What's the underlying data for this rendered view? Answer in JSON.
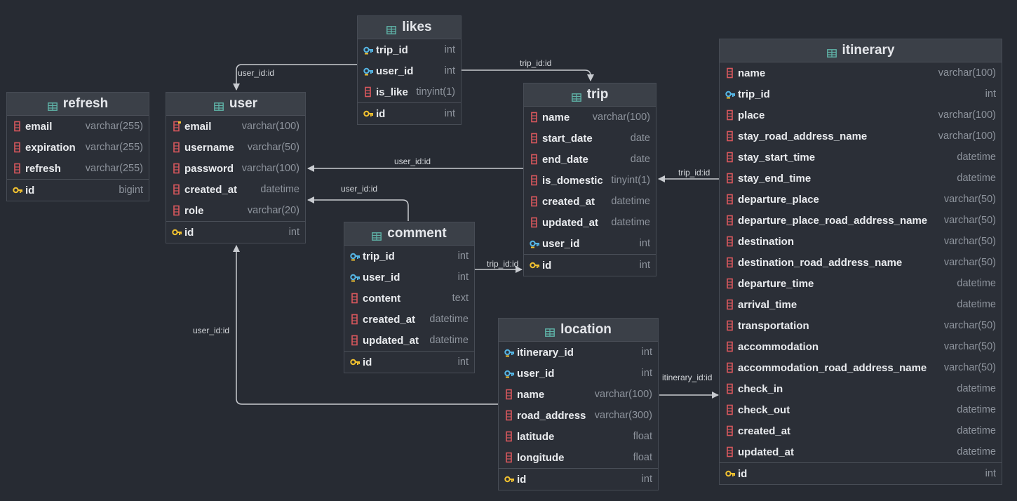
{
  "tables": {
    "likes": {
      "title": "likes",
      "columns": [
        {
          "name": "trip_id",
          "type": "int",
          "kind": "fk"
        },
        {
          "name": "user_id",
          "type": "int",
          "kind": "fk"
        },
        {
          "name": "is_like",
          "type": "tinyint(1)",
          "kind": "col"
        },
        {
          "name": "id",
          "type": "int",
          "kind": "pk"
        }
      ]
    },
    "refresh": {
      "title": "refresh",
      "columns": [
        {
          "name": "email",
          "type": "varchar(255)",
          "kind": "col"
        },
        {
          "name": "expiration",
          "type": "varchar(255)",
          "kind": "col"
        },
        {
          "name": "refresh",
          "type": "varchar(255)",
          "kind": "col"
        },
        {
          "name": "id",
          "type": "bigint",
          "kind": "pk"
        }
      ]
    },
    "user": {
      "title": "user",
      "columns": [
        {
          "name": "email",
          "type": "varchar(100)",
          "kind": "unique"
        },
        {
          "name": "username",
          "type": "varchar(50)",
          "kind": "col"
        },
        {
          "name": "password",
          "type": "varchar(100)",
          "kind": "col"
        },
        {
          "name": "created_at",
          "type": "datetime",
          "kind": "col"
        },
        {
          "name": "role",
          "type": "varchar(20)",
          "kind": "col"
        },
        {
          "name": "id",
          "type": "int",
          "kind": "pk"
        }
      ]
    },
    "trip": {
      "title": "trip",
      "columns": [
        {
          "name": "name",
          "type": "varchar(100)",
          "kind": "col"
        },
        {
          "name": "start_date",
          "type": "date",
          "kind": "col"
        },
        {
          "name": "end_date",
          "type": "date",
          "kind": "col"
        },
        {
          "name": "is_domestic",
          "type": "tinyint(1)",
          "kind": "col"
        },
        {
          "name": "created_at",
          "type": "datetime",
          "kind": "col"
        },
        {
          "name": "updated_at",
          "type": "datetime",
          "kind": "col"
        },
        {
          "name": "user_id",
          "type": "int",
          "kind": "fk"
        },
        {
          "name": "id",
          "type": "int",
          "kind": "pk"
        }
      ]
    },
    "comment": {
      "title": "comment",
      "columns": [
        {
          "name": "trip_id",
          "type": "int",
          "kind": "fk"
        },
        {
          "name": "user_id",
          "type": "int",
          "kind": "fk"
        },
        {
          "name": "content",
          "type": "text",
          "kind": "col"
        },
        {
          "name": "created_at",
          "type": "datetime",
          "kind": "col"
        },
        {
          "name": "updated_at",
          "type": "datetime",
          "kind": "col"
        },
        {
          "name": "id",
          "type": "int",
          "kind": "pk"
        }
      ]
    },
    "location": {
      "title": "location",
      "columns": [
        {
          "name": "itinerary_id",
          "type": "int",
          "kind": "fk"
        },
        {
          "name": "user_id",
          "type": "int",
          "kind": "fk"
        },
        {
          "name": "name",
          "type": "varchar(100)",
          "kind": "col"
        },
        {
          "name": "road_address",
          "type": "varchar(300)",
          "kind": "col"
        },
        {
          "name": "latitude",
          "type": "float",
          "kind": "col"
        },
        {
          "name": "longitude",
          "type": "float",
          "kind": "col"
        },
        {
          "name": "id",
          "type": "int",
          "kind": "pk"
        }
      ]
    },
    "itinerary": {
      "title": "itinerary",
      "columns": [
        {
          "name": "name",
          "type": "varchar(100)",
          "kind": "col"
        },
        {
          "name": "trip_id",
          "type": "int",
          "kind": "fk"
        },
        {
          "name": "place",
          "type": "varchar(100)",
          "kind": "col"
        },
        {
          "name": "stay_road_address_name",
          "type": "varchar(100)",
          "kind": "col"
        },
        {
          "name": "stay_start_time",
          "type": "datetime",
          "kind": "col"
        },
        {
          "name": "stay_end_time",
          "type": "datetime",
          "kind": "col"
        },
        {
          "name": "departure_place",
          "type": "varchar(50)",
          "kind": "col"
        },
        {
          "name": "departure_place_road_address_name",
          "type": "varchar(50)",
          "kind": "col"
        },
        {
          "name": "destination",
          "type": "varchar(50)",
          "kind": "col"
        },
        {
          "name": "destination_road_address_name",
          "type": "varchar(50)",
          "kind": "col"
        },
        {
          "name": "departure_time",
          "type": "datetime",
          "kind": "col"
        },
        {
          "name": "arrival_time",
          "type": "datetime",
          "kind": "col"
        },
        {
          "name": "transportation",
          "type": "varchar(50)",
          "kind": "col"
        },
        {
          "name": "accommodation",
          "type": "varchar(50)",
          "kind": "col"
        },
        {
          "name": "accommodation_road_address_name",
          "type": "varchar(50)",
          "kind": "col"
        },
        {
          "name": "check_in",
          "type": "datetime",
          "kind": "col"
        },
        {
          "name": "check_out",
          "type": "datetime",
          "kind": "col"
        },
        {
          "name": "created_at",
          "type": "datetime",
          "kind": "col"
        },
        {
          "name": "updated_at",
          "type": "datetime",
          "kind": "col"
        },
        {
          "name": "id",
          "type": "int",
          "kind": "pk"
        }
      ]
    }
  },
  "relations": [
    {
      "from": "likes",
      "to": "user",
      "label": "user_id:id"
    },
    {
      "from": "likes",
      "to": "trip",
      "label": "trip_id:id"
    },
    {
      "from": "trip",
      "to": "user",
      "label": "user_id:id"
    },
    {
      "from": "comment",
      "to": "user",
      "label": "user_id:id"
    },
    {
      "from": "comment",
      "to": "trip",
      "label": "trip_id:id"
    },
    {
      "from": "itinerary",
      "to": "trip",
      "label": "trip_id:id"
    },
    {
      "from": "location",
      "to": "user",
      "label": "user_id:id"
    },
    {
      "from": "location",
      "to": "itinerary",
      "label": "itinerary_id:id"
    }
  ],
  "colors": {
    "background": "#272b33",
    "column_icon": "#d9585d",
    "primary_key_icon": "#f2c230",
    "foreign_key_icon": "#56b7e6",
    "table_icon": "#5fb3a8"
  }
}
